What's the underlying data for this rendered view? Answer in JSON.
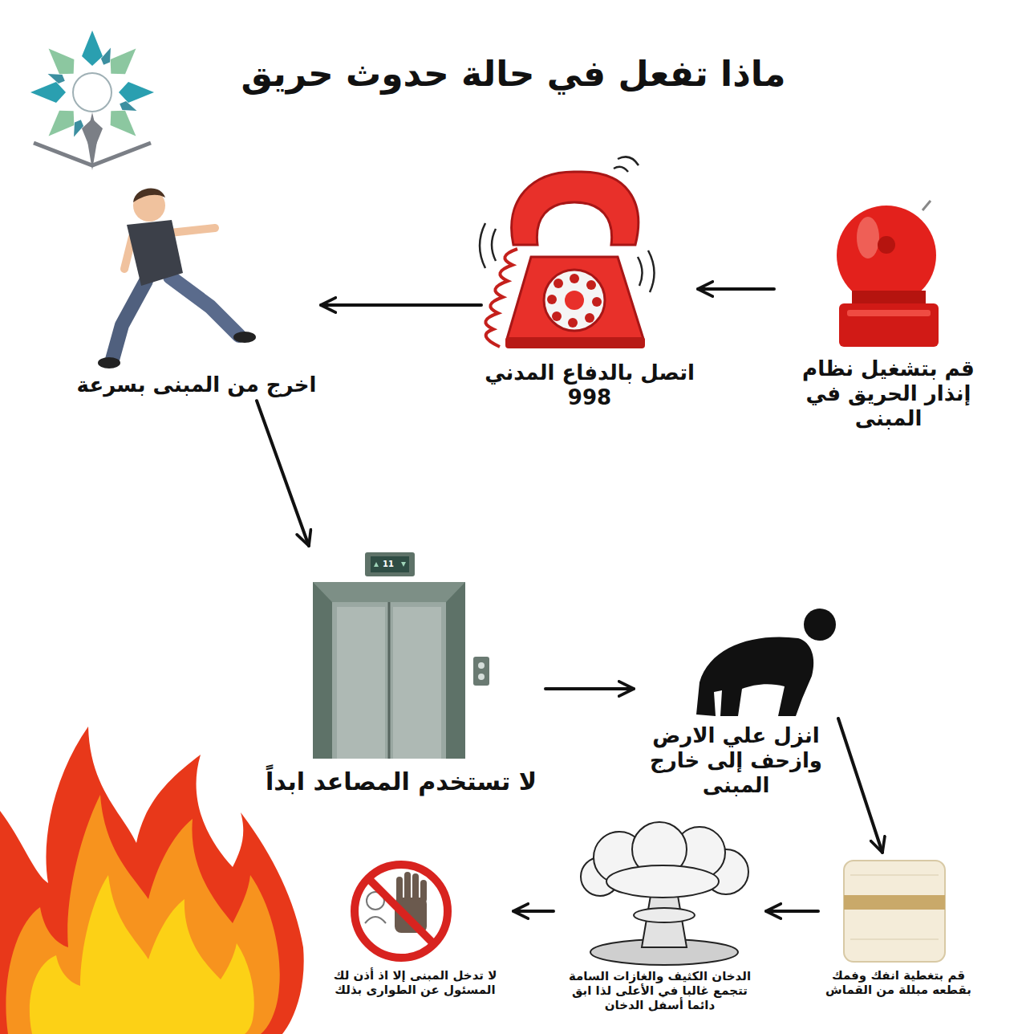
{
  "diagram": {
    "title": "ماذا تفعل في حالة حدوث حريق",
    "nodes": [
      {
        "text": [
          "قم بتشغيل نظام إنذار الحريق في المبنى"
        ]
      },
      {
        "text": [
          "اتصل بالدفاع المدني",
          "998"
        ]
      },
      {
        "text": [
          "اخرج من المبنى بسرعة"
        ]
      },
      {
        "text": [
          "لا تستخدم المصاعد ابداً"
        ]
      },
      {
        "text": [
          "انزل علي الارض وازحف إلى خارج المبنى"
        ]
      },
      {
        "text": [
          "قم بتغطية انفك وفمك بقطعه مبللة من القماش"
        ]
      },
      {
        "text": [
          "الدخان الكثيف والغازات السامة تتجمع غالبا في الأعلى لذا ابق دائما أسفل الدخان"
        ]
      },
      {
        "text": [
          "لا تدخل المبنى إلا اذ أذن لك المسئول عن الطوارى بذلك"
        ]
      }
    ],
    "edges": [
      {
        "from": 0,
        "to": 1,
        "arrow": "to"
      },
      {
        "from": 1,
        "to": 2,
        "arrow": "to"
      },
      {
        "from": 2,
        "to": 3,
        "arrow": "to"
      },
      {
        "from": 3,
        "to": 4,
        "arrow": "to"
      },
      {
        "from": 4,
        "to": 5,
        "arrow": "to"
      },
      {
        "from": 5,
        "to": 6,
        "arrow": "to"
      },
      {
        "from": 6,
        "to": 7,
        "arrow": "to"
      }
    ],
    "labels": [
      "11"
    ]
  }
}
